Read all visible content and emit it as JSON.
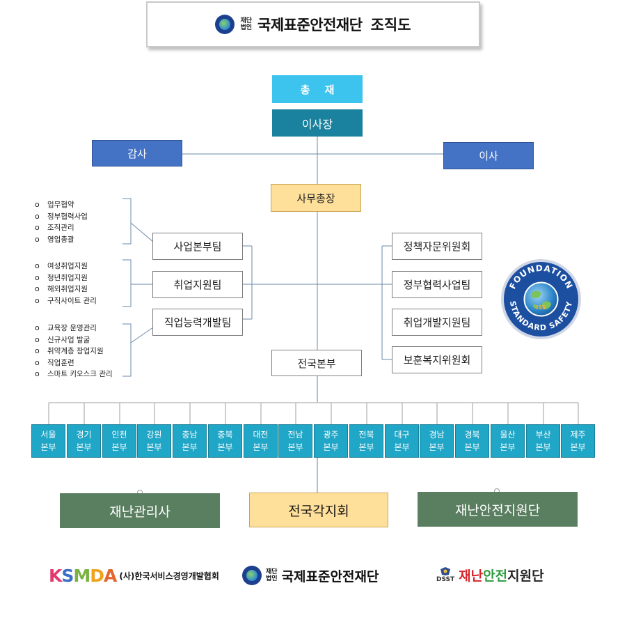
{
  "header": {
    "org_sub": "재단\n법인",
    "org_name": "국제표준안전재단",
    "suffix": "조직도"
  },
  "top": {
    "chair": "총 재",
    "director": "이사장",
    "audit": "감사",
    "board": "이사",
    "secretary_general": "사무총장"
  },
  "left_teams": [
    {
      "name": "사업본부팀",
      "duties": [
        "업무협약",
        "정부협력사업",
        "조직관리",
        "영업총괄"
      ]
    },
    {
      "name": "취업지원팀",
      "duties": [
        "여성취업지원",
        "청년취업지원",
        "해외취업지원",
        "구직사이트 관리"
      ]
    },
    {
      "name": "직업능력개발팀",
      "duties": [
        "교육장 운영관리",
        "신규사업 발굴",
        "취약계층 창업지원",
        "직업훈련",
        "스마트 키오스크 관리"
      ]
    }
  ],
  "right_units": [
    "정책자문위원회",
    "정부협력사업팀",
    "취업개발지원팀",
    "보훈복지위원회"
  ],
  "logo": {
    "top_text": "FOUNDATION",
    "bottom_text": "STANDARD SAFETY",
    "mark": "ISS"
  },
  "national_hq": "전국본부",
  "regions": [
    {
      "name": "서울",
      "suffix": "본부"
    },
    {
      "name": "경기",
      "suffix": "본부"
    },
    {
      "name": "인천",
      "suffix": "본부"
    },
    {
      "name": "강원",
      "suffix": "본부"
    },
    {
      "name": "충남",
      "suffix": "본부"
    },
    {
      "name": "충북",
      "suffix": "본부"
    },
    {
      "name": "대전",
      "suffix": "본부"
    },
    {
      "name": "전남",
      "suffix": "본부"
    },
    {
      "name": "광주",
      "suffix": "본부"
    },
    {
      "name": "전북",
      "suffix": "본부"
    },
    {
      "name": "대구",
      "suffix": "본부"
    },
    {
      "name": "경남",
      "suffix": "본부"
    },
    {
      "name": "경북",
      "suffix": "본부"
    },
    {
      "name": "울산",
      "suffix": "본부"
    },
    {
      "name": "부산",
      "suffix": "본부"
    },
    {
      "name": "제주",
      "suffix": "본부"
    }
  ],
  "bottom_units": {
    "disaster_manager": "재난관리사",
    "national_branches": "전국각지회",
    "disaster_support": "재난안전지원단"
  },
  "footer": {
    "ksmda_letters": [
      "K",
      "S",
      "M",
      "D",
      "A"
    ],
    "ksmda_colors": [
      "#e23a6e",
      "#3b6fc7",
      "#7bb241",
      "#f0a21c",
      "#e4662d"
    ],
    "ksmda_name": "(사)한국서비스경영개발협회",
    "isf_sub": "재단\n법인",
    "isf_name": "국제표준안전재단",
    "dsst_abbr": "DSST",
    "dsst_parts": [
      {
        "text": "재난",
        "color": "#d6262b"
      },
      {
        "text": "안전",
        "color": "#2e9c3f"
      },
      {
        "text": "지원단",
        "color": "#222222"
      }
    ]
  }
}
